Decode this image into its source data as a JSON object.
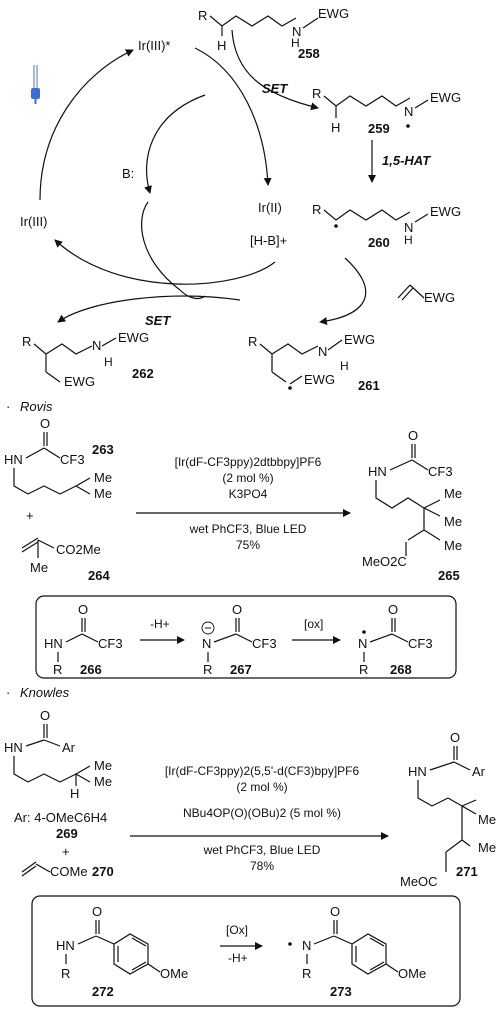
{
  "cycle": {
    "ir3_star": "Ir(III)*",
    "ir3": "Ir(III)",
    "ir2": "Ir(II)",
    "hb": "[H-B]+",
    "base": "B:",
    "set_top": "SET",
    "set_bottom": "SET",
    "hat": "1,5-HAT",
    "c258": "258",
    "c259": "259",
    "c260": "260",
    "c261": "261",
    "c262": "262",
    "R": "R",
    "H": "H",
    "N": "N",
    "EWG": "EWG"
  },
  "rovis": {
    "title": "Rovis",
    "bullet": "·",
    "c263": "263",
    "c264": "264",
    "c265": "265",
    "c266": "266",
    "c267": "267",
    "c268": "268",
    "HN": "HN",
    "CF3": "CF3",
    "Me": "Me",
    "CO2Me": "CO2Me",
    "MeO2C": "MeO2C",
    "plus": "+",
    "cond1": "[Ir(dF-CF3ppy)2dtbbpy]PF6",
    "cond2": "(2 mol %)",
    "cond3": "K3PO4",
    "cond4": "wet PhCF3, Blue LED",
    "cond5": "75%",
    "step1": "-H+",
    "step2": "[ox]",
    "O": "O",
    "R": "R",
    "N": "N"
  },
  "knowles": {
    "title": "Knowles",
    "bullet": "·",
    "HN": "HN",
    "Ar": "Ar",
    "H": "H",
    "Me": "Me",
    "ar_def": "Ar: 4-OMeC6H4",
    "c269": "269",
    "c270": "270",
    "c271": "271",
    "c272": "272",
    "c273": "273",
    "plus": "+",
    "COMe": "COMe",
    "MeOC": "MeOC",
    "cond1": "[Ir(dF-CF3ppy)2(5,5'-d(CF3)bpy]PF6",
    "cond2": "(2 mol %)",
    "cond3": "NBu4OP(O)(OBu)2 (5 mol %)",
    "cond4": "wet PhCF3, Blue LED",
    "cond5": "78%",
    "ox": "[Ox]",
    "h": "-H+",
    "OMe": "OMe",
    "O": "O",
    "R": "R",
    "N": "N"
  }
}
